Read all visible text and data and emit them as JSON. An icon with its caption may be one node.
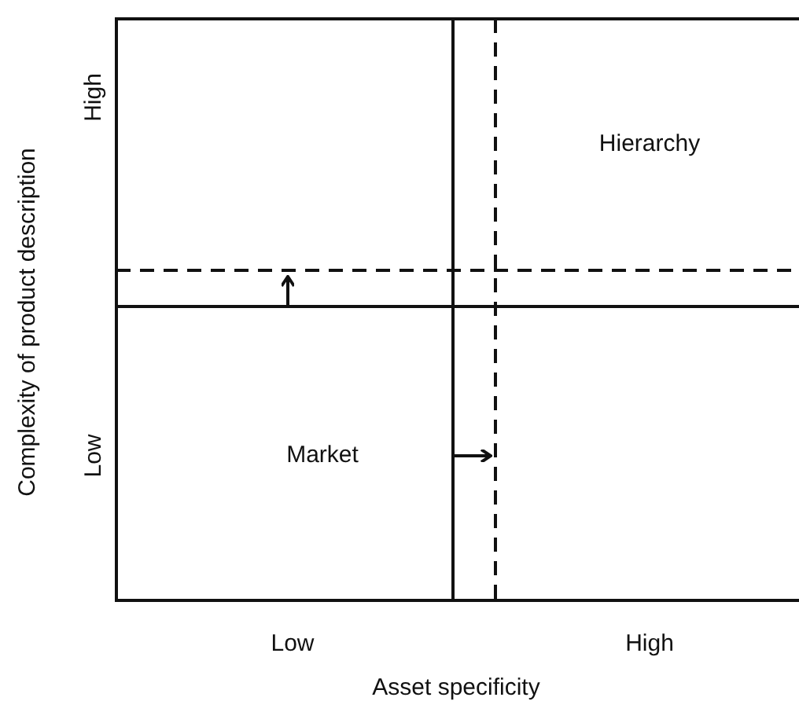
{
  "diagram": {
    "labels": [
      "High",
      "Low",
      "Complexity of product description",
      "Hierarchy",
      "Market",
      "Low",
      "High",
      "Asset specificity"
    ]
  }
}
